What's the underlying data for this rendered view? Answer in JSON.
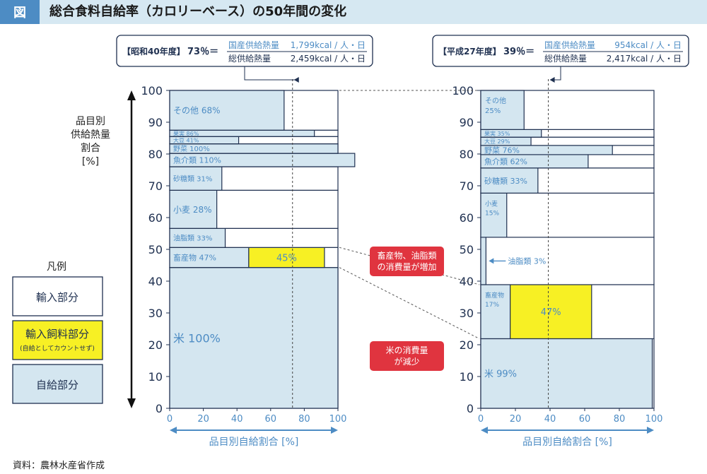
{
  "header": {
    "tag": "図",
    "title": "総合食料自給率（カロリーベース）の50年間の変化"
  },
  "source": "資料：農林水産省作成",
  "colors": {
    "accent": "#4d8cc4",
    "self": "#d4e6f0",
    "feed": "#f7f024",
    "frame": "#1f3050",
    "badge": "#e0343f"
  },
  "y_axis_title": [
    "品目別",
    "供給熱量",
    "割合",
    "[%]"
  ],
  "legend": {
    "title": "凡例",
    "items": [
      {
        "label": "輸入部分",
        "sub": ""
      },
      {
        "label": "輸入飼料部分",
        "sub": "(自給としてカウントせず)"
      },
      {
        "label": "自給部分",
        "sub": ""
      }
    ]
  },
  "callouts": [
    {
      "lines": [
        "畜産物、油脂類",
        "の消費量が増加"
      ]
    },
    {
      "lines": [
        "米の消費量",
        "が減少"
      ]
    }
  ],
  "formula_1965": {
    "era": "【昭和40年度】",
    "ratio": "73％＝",
    "num_label": "国産供給熱量",
    "num_value": "1,799kcal / 人・日",
    "den_label": "総供給熱量",
    "den_value": "2,459kcal / 人・日"
  },
  "formula_2015": {
    "era": "【平成27年度】",
    "ratio": "39％＝",
    "num_label": "国産供給熱量",
    "num_value": "954kcal / 人・日",
    "den_label": "総供給熱量",
    "den_value": "2,417kcal / 人・日"
  },
  "chart_data": [
    {
      "type": "mosaic",
      "period": "昭和40年度",
      "xlabel": "品目別自給割合 [%]",
      "ylabel": "品目別供給熱量割合 [%]",
      "xlim": [
        0,
        100
      ],
      "ylim": [
        0,
        100
      ],
      "x_ticks": [
        0,
        20,
        40,
        60,
        80,
        100
      ],
      "y_ticks": [
        0,
        10,
        20,
        30,
        40,
        50,
        60,
        70,
        80,
        90,
        100
      ],
      "total_self_sufficiency": 73,
      "items": [
        {
          "name": "米",
          "label": "米 100%",
          "share_from": 0,
          "share_to": 44.3,
          "self_sufficiency": 100,
          "feed_import": 0
        },
        {
          "name": "畜産物",
          "label": "畜産物 47%",
          "share_from": 44.3,
          "share_to": 50.6,
          "self_sufficiency": 47,
          "feed_import": 45,
          "feed_label": "45%"
        },
        {
          "name": "油脂類",
          "label": "油脂類 33%",
          "share_from": 50.6,
          "share_to": 56.6,
          "self_sufficiency": 33,
          "feed_import": 0
        },
        {
          "name": "小麦",
          "label": "小麦 28%",
          "share_from": 56.6,
          "share_to": 68.6,
          "self_sufficiency": 28,
          "feed_import": 0
        },
        {
          "name": "砂糖類",
          "label": "砂糖類 31%",
          "share_from": 68.6,
          "share_to": 76.0,
          "self_sufficiency": 31,
          "feed_import": 0
        },
        {
          "name": "魚介類",
          "label": "魚介類 110%",
          "share_from": 76.0,
          "share_to": 80.2,
          "self_sufficiency": 110,
          "feed_import": 0
        },
        {
          "name": "野菜",
          "label": "野菜 100%",
          "share_from": 80.2,
          "share_to": 83.2,
          "self_sufficiency": 100,
          "feed_import": 0
        },
        {
          "name": "大豆",
          "label": "大豆 41%",
          "share_from": 83.2,
          "share_to": 85.5,
          "self_sufficiency": 41,
          "feed_import": 0
        },
        {
          "name": "果実",
          "label": "果実 86%",
          "share_from": 85.5,
          "share_to": 87.5,
          "self_sufficiency": 86,
          "feed_import": 0
        },
        {
          "name": "その他",
          "label": "その他 68%",
          "share_from": 87.5,
          "share_to": 100,
          "self_sufficiency": 68,
          "feed_import": 0
        }
      ]
    },
    {
      "type": "mosaic",
      "period": "平成27年度",
      "xlabel": "品目別自給割合 [%]",
      "ylabel": "品目別供給熱量割合 [%]",
      "xlim": [
        0,
        100
      ],
      "ylim": [
        0,
        100
      ],
      "x_ticks": [
        0,
        20,
        40,
        60,
        80,
        100
      ],
      "y_ticks": [
        0,
        10,
        20,
        30,
        40,
        50,
        60,
        70,
        80,
        90,
        100
      ],
      "total_self_sufficiency": 39,
      "items": [
        {
          "name": "米",
          "label": "米 99%",
          "share_from": 0,
          "share_to": 21.9,
          "self_sufficiency": 99,
          "feed_import": 0
        },
        {
          "name": "畜産物",
          "label": "畜産物 17%",
          "share_from": 21.9,
          "share_to": 38.9,
          "self_sufficiency": 17,
          "feed_import": 47,
          "feed_label": "47%"
        },
        {
          "name": "油脂類",
          "label": "油脂類 3%",
          "share_from": 38.9,
          "share_to": 53.8,
          "self_sufficiency": 3,
          "feed_import": 0
        },
        {
          "name": "小麦",
          "label": "小麦 15%",
          "share_from": 53.8,
          "share_to": 67.7,
          "self_sufficiency": 15,
          "feed_import": 0
        },
        {
          "name": "砂糖類",
          "label": "砂糖類 33%",
          "share_from": 67.7,
          "share_to": 75.6,
          "self_sufficiency": 33,
          "feed_import": 0
        },
        {
          "name": "魚介類",
          "label": "魚介類 62%",
          "share_from": 75.6,
          "share_to": 79.8,
          "self_sufficiency": 62,
          "feed_import": 0
        },
        {
          "name": "野菜",
          "label": "野菜 76%",
          "share_from": 79.8,
          "share_to": 82.7,
          "self_sufficiency": 76,
          "feed_import": 0
        },
        {
          "name": "大豆",
          "label": "大豆 29%",
          "share_from": 82.7,
          "share_to": 85.3,
          "self_sufficiency": 29,
          "feed_import": 0
        },
        {
          "name": "果実",
          "label": "果実 35%",
          "share_from": 85.3,
          "share_to": 87.7,
          "self_sufficiency": 35,
          "feed_import": 0
        },
        {
          "name": "その他",
          "label": "その他 25%",
          "share_from": 87.7,
          "share_to": 100,
          "self_sufficiency": 25,
          "feed_import": 0
        }
      ]
    }
  ]
}
